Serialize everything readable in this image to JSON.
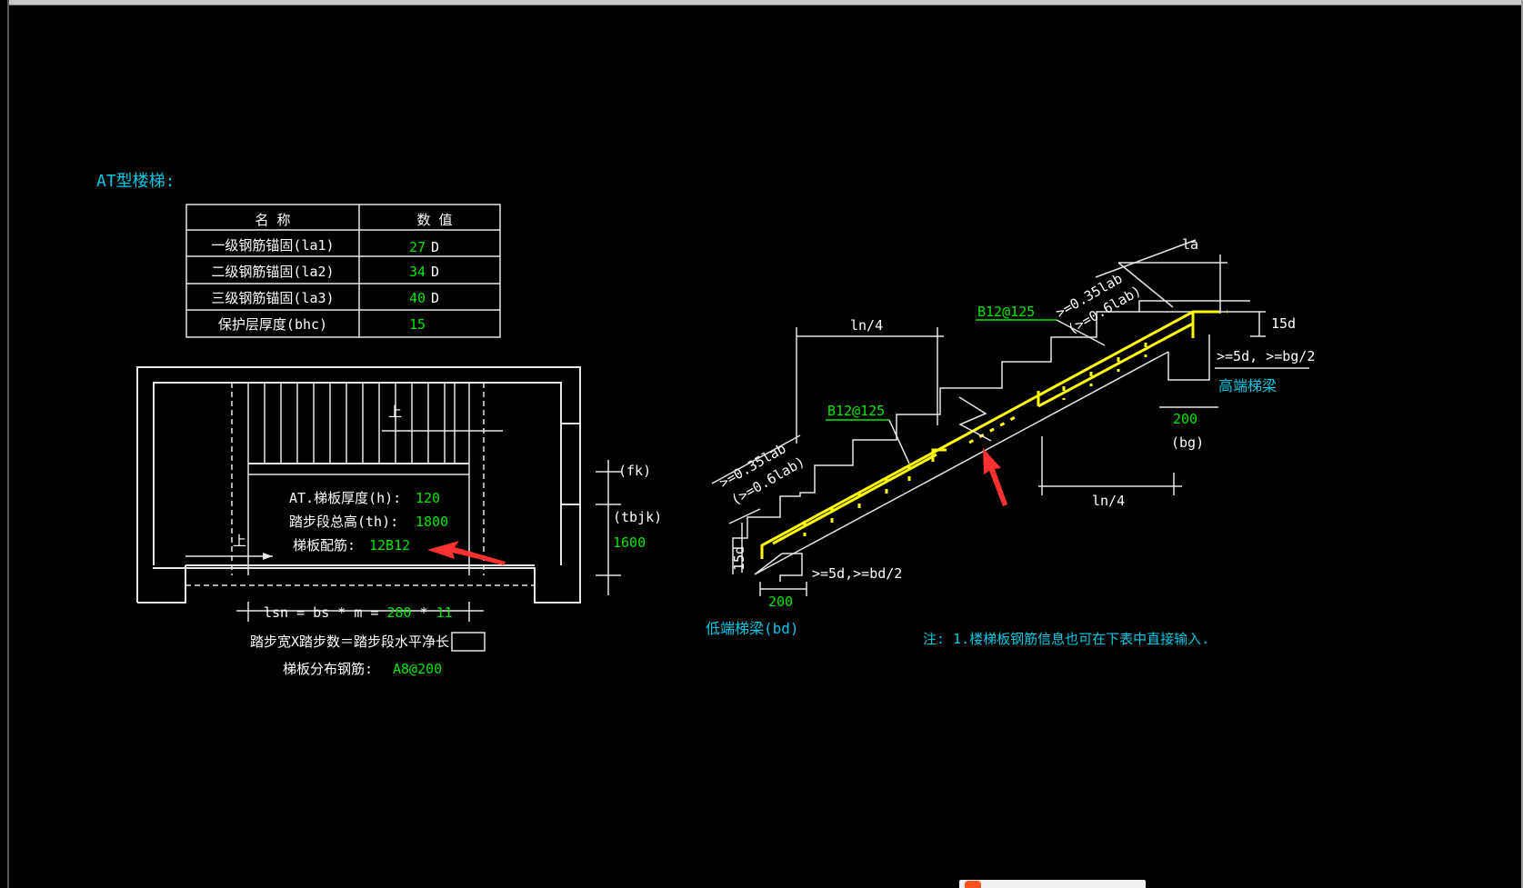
{
  "title": "AT型楼梯:",
  "table": {
    "headers": [
      "名  称",
      "数  值"
    ],
    "rows": [
      {
        "name": "一级钢筋锚固(la1)",
        "value": "27",
        "unit": "D"
      },
      {
        "name": "二级钢筋锚固(la2)",
        "value": "34",
        "unit": "D"
      },
      {
        "name": "三级钢筋锚固(la3)",
        "value": "40",
        "unit": "D"
      },
      {
        "name": "保护层厚度(bhc)",
        "value": "15",
        "unit": ""
      }
    ]
  },
  "plan": {
    "up1": "上",
    "up2": "上",
    "thickness_label": "AT.梯板厚度(h):",
    "thickness_value": "120",
    "height_label": "踏步段总高(th):",
    "height_value": "1800",
    "rebar_label": "梯板配筋:",
    "rebar_value": "12B12",
    "fk": "(fk)",
    "tbjk": "(tbjk)",
    "tbjk_value": "1600",
    "lsn_prefix": "lsn = bs * m = ",
    "lsn_bs": "280",
    "lsn_times": " * ",
    "lsn_m": "11",
    "formula": "踏步宽X踏步数＝踏步段水平净长",
    "dist_label": "梯板分布钢筋:",
    "dist_value": "A8@200"
  },
  "section": {
    "ln4_top": "ln/4",
    "ln4_bottom": "ln/4",
    "la": "la",
    "rebar_top": "B12@125",
    "rebar_mid": "B12@125",
    "anchor_top_1": ">=0.35lab",
    "anchor_top_2": "(>=0.6lab)",
    "anchor_low_1": ">=0.35lab",
    "anchor_low_2": "(>=0.6lab)",
    "d15_top": "15d",
    "d15_low": "15d",
    "top_cond": ">=5d, >=bg/2",
    "low_cond": ">=5d,>=bd/2",
    "high_beam": "高端梯梁",
    "high_200": "200",
    "bg": "(bg)",
    "low_beam": "低端梯梁(bd)",
    "low_200": "200",
    "note": "注: 1.楼梯板钢筋信息也可在下表中直接输入."
  },
  "colors": {
    "background": "#000000",
    "cyan": "#00c8e6",
    "green": "#00e600",
    "yellow": "#ffff00",
    "line": "#e6e6e6",
    "arrow": "#ff3030"
  }
}
